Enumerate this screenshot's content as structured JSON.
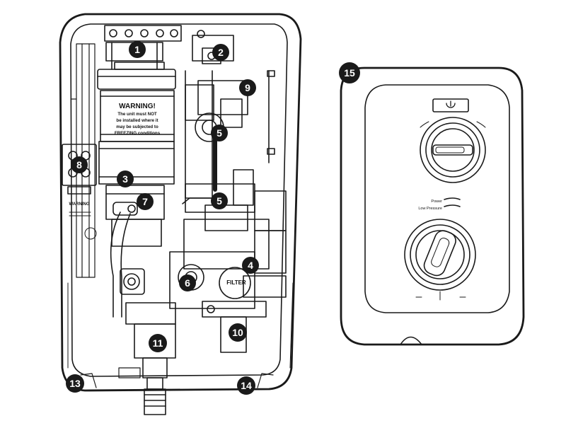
{
  "warning": {
    "title": "WARNING!",
    "lines": [
      "The unit must NOT",
      "be installed where it",
      "may be subjected to",
      "FREEZING conditions"
    ]
  },
  "side_warning": "WARNING",
  "filter_label": "FILTER",
  "indicators": {
    "power_label": "Power",
    "low_pressure_label": "Low Pressure"
  },
  "callouts": [
    "1",
    "2",
    "3",
    "4",
    "5",
    "5",
    "6",
    "7",
    "8",
    "9",
    "10",
    "11",
    "13",
    "14",
    "15"
  ],
  "colors": {
    "line": "#1a1a1a",
    "callout_fill": "#1a1a1a",
    "callout_text": "#ffffff"
  }
}
